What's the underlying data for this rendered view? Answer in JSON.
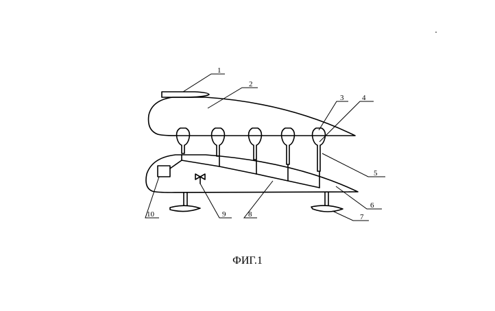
{
  "caption": "ФИГ.1",
  "labels": {
    "l1": "1",
    "l2": "2",
    "l3": "3",
    "l4": "4",
    "l5": "5",
    "l6": "6",
    "l7": "7",
    "l8": "8",
    "l9": "9",
    "l10": "10"
  }
}
